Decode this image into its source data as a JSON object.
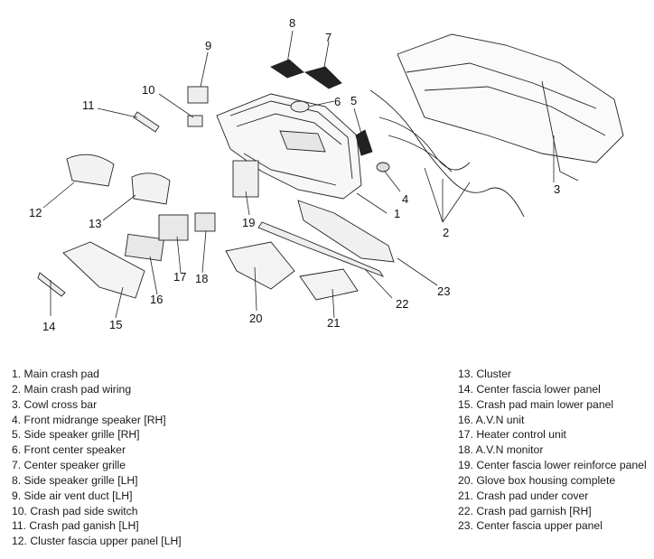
{
  "callouts": [
    "1",
    "2",
    "3",
    "4",
    "5",
    "6",
    "7",
    "8",
    "9",
    "10",
    "11",
    "12",
    "13",
    "14",
    "15",
    "16",
    "17",
    "18",
    "19",
    "20",
    "21",
    "22",
    "23"
  ],
  "legend_left": [
    "1. Main crash pad",
    "2. Main crash pad wiring",
    "3. Cowl cross bar",
    "4. Front midrange speaker [RH]",
    "5. Side speaker grille [RH]",
    "6. Front center speaker",
    "7. Center speaker grille",
    "8. Side speaker grille [LH]",
    "9. Side air vent duct [LH]",
    "10. Crash pad side switch",
    "11. Crash pad ganish [LH]",
    "12. Cluster fascia upper panel [LH]"
  ],
  "legend_right": [
    "13. Cluster",
    "14. Center fascia lower panel",
    "15. Crash pad main lower panel",
    "16. A.V.N unit",
    "17. Heater control unit",
    "18. A.V.N monitor",
    "19. Center fascia lower reinforce panel",
    "20. Glove box housing complete",
    "21. Crash pad under cover",
    "22. Crash pad garnish [RH]",
    "23. Center fascia upper panel"
  ]
}
